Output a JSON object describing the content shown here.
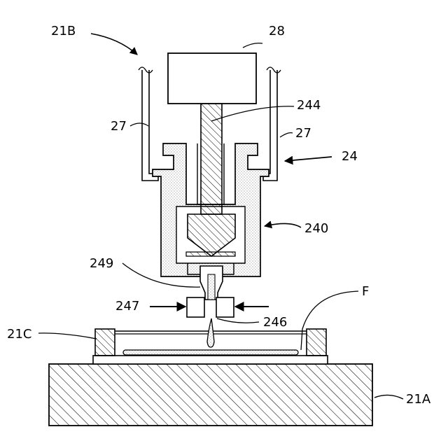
{
  "figure": {
    "labels": {
      "l_21B": "21B",
      "l_28": "28",
      "l_244": "244",
      "l_27_left": "27",
      "l_27_right": "27",
      "l_24": "24",
      "l_240": "240",
      "l_249": "249",
      "l_F": "F",
      "l_247": "247",
      "l_246": "246",
      "l_21C": "21C",
      "l_21A": "21A"
    }
  }
}
